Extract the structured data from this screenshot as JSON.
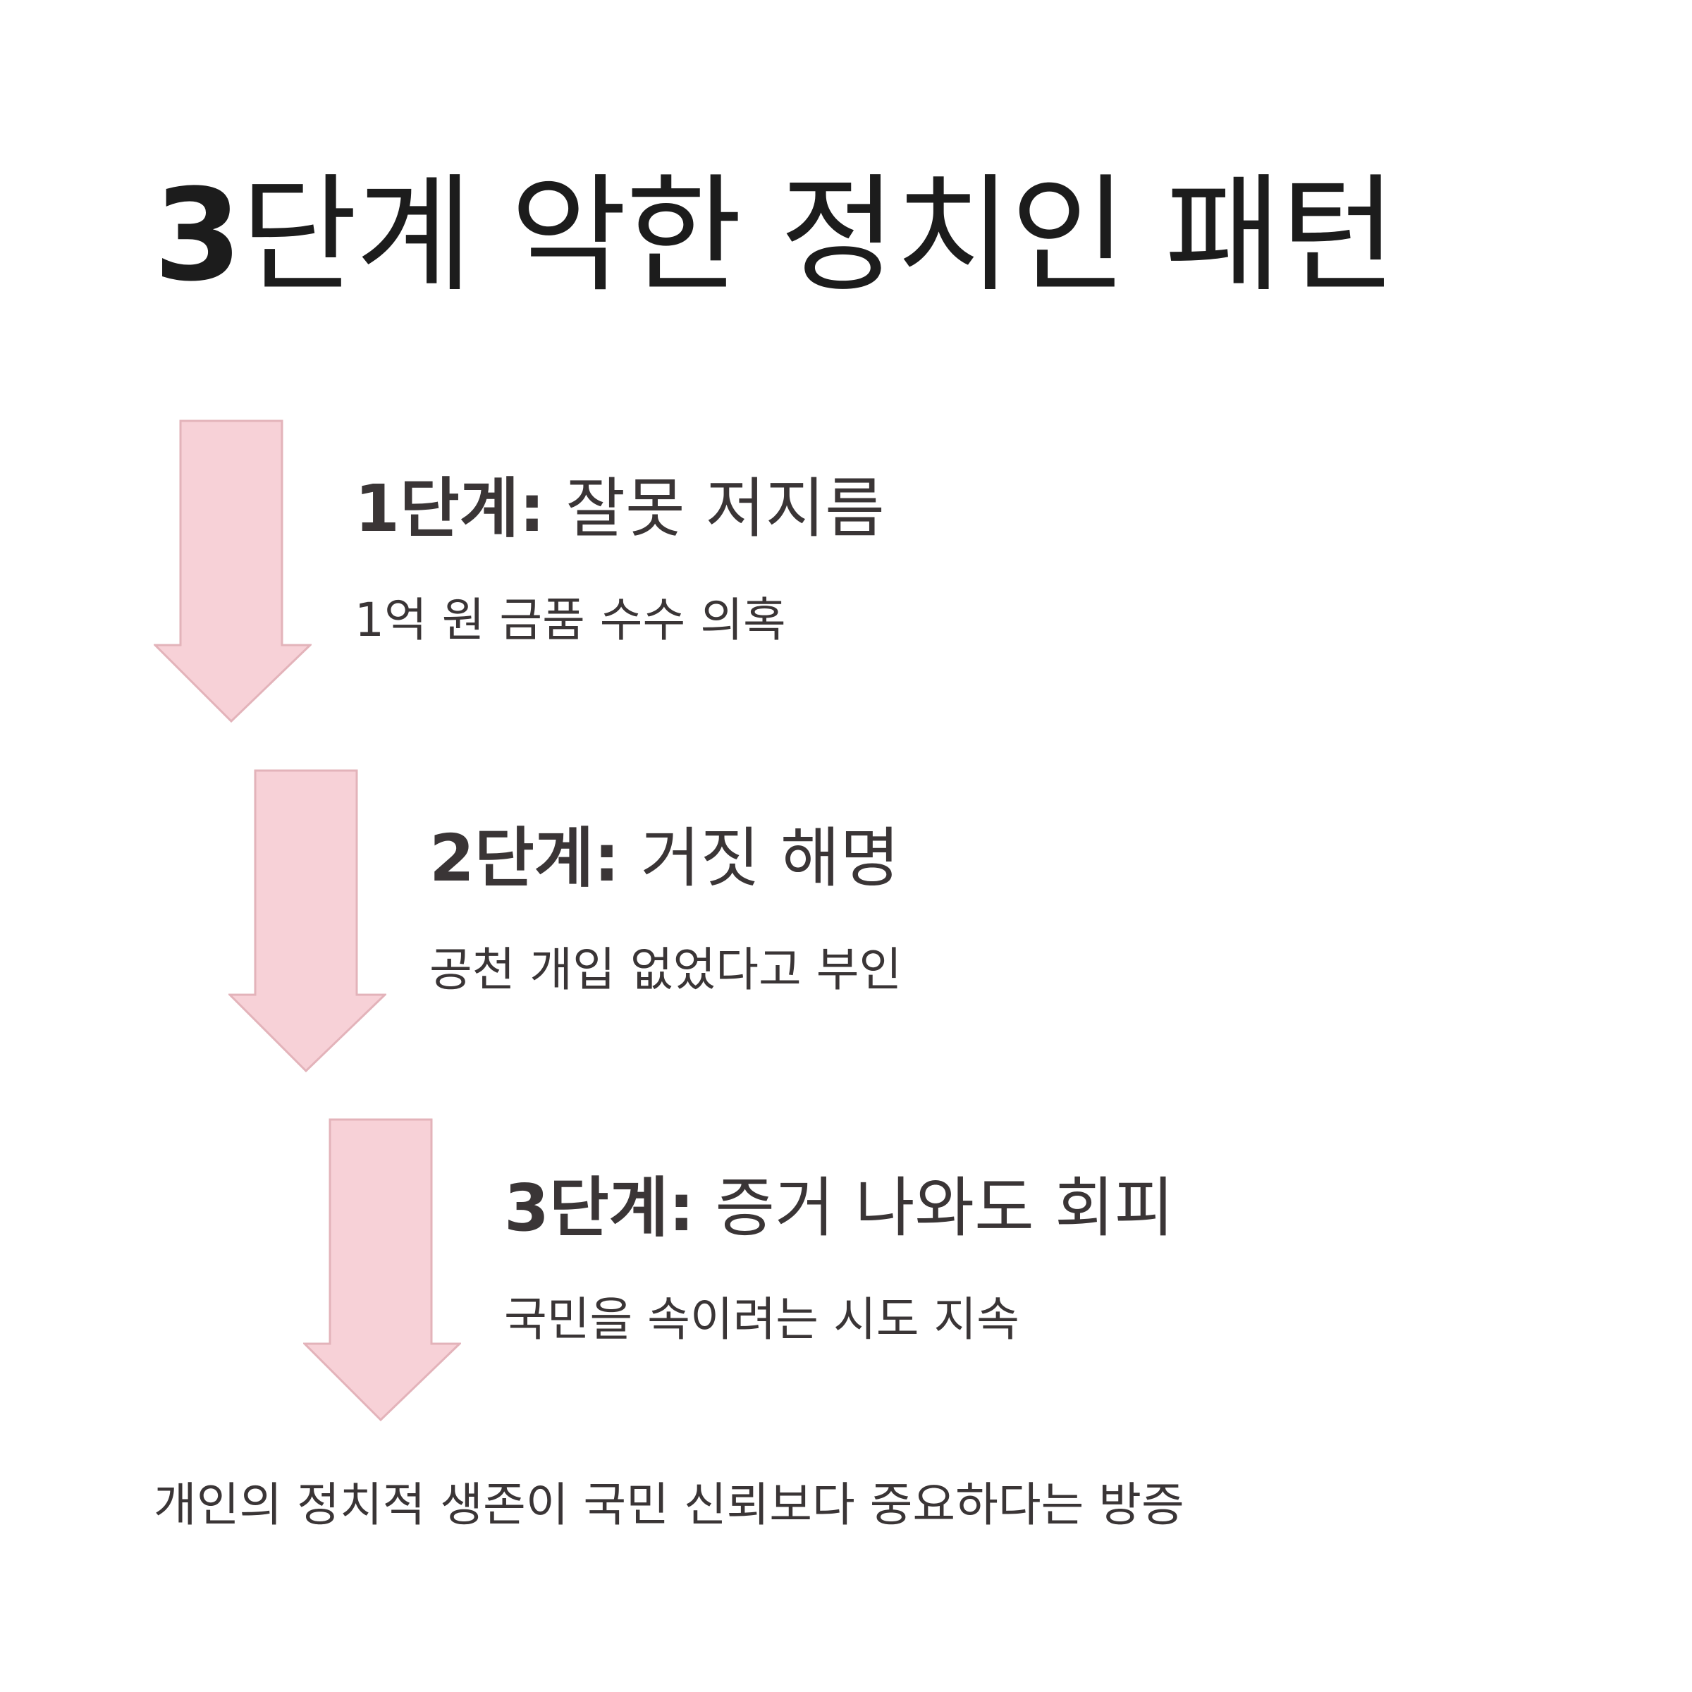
{
  "title": {
    "number": "3",
    "text": "단계 악한 정치인 패턴"
  },
  "steps": [
    {
      "number": "1",
      "label": "단계:",
      "heading": " 잘못 저지름",
      "description": "1억 원 금품 수수 의혹"
    },
    {
      "number": "2",
      "label": "단계:",
      "heading": " 거짓 해명",
      "description": "공천 개입 없었다고 부인"
    },
    {
      "number": "3",
      "label": "단계:",
      "heading": " 증거 나와도 회피",
      "description": "국민을 속이려는 시도 지속"
    }
  ],
  "conclusion": "개인의 정치적 생존이 국민 신뢰보다 중요하다는 방증",
  "colors": {
    "arrow_fill": "#f7d1d7",
    "arrow_stroke": "#e3b3ba",
    "text": "#3a3536",
    "title": "#1c1c1c"
  }
}
